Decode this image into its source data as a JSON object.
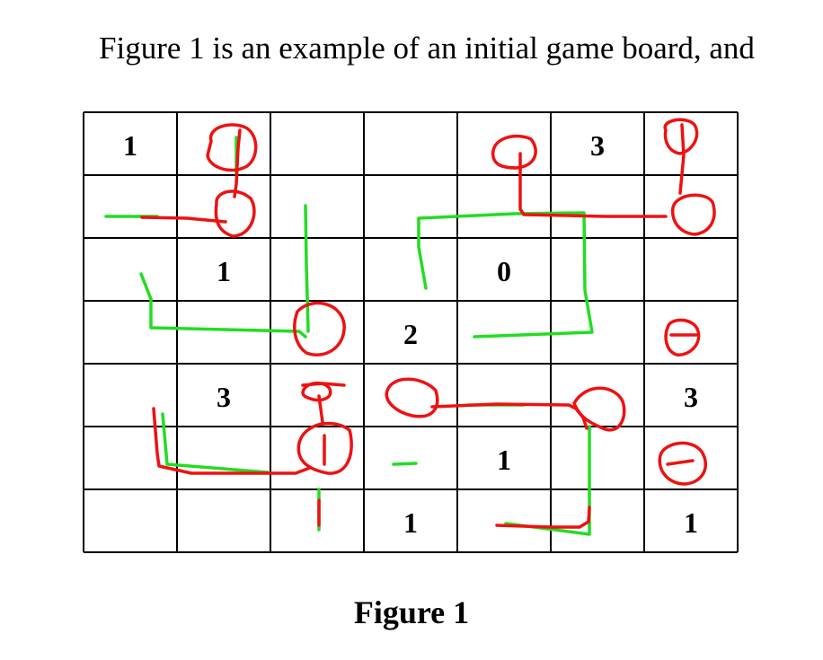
{
  "intro_text": "Figure 1 is an example of an initial game board, and",
  "caption": "Figure 1",
  "board": {
    "rows": 7,
    "cols": 7,
    "numbers": [
      {
        "row": 0,
        "col": 0,
        "value": "1"
      },
      {
        "row": 0,
        "col": 5,
        "value": "3"
      },
      {
        "row": 2,
        "col": 1,
        "value": "1"
      },
      {
        "row": 2,
        "col": 4,
        "value": "0"
      },
      {
        "row": 3,
        "col": 3,
        "value": "2"
      },
      {
        "row": 4,
        "col": 1,
        "value": "3"
      },
      {
        "row": 4,
        "col": 6,
        "value": "3"
      },
      {
        "row": 5,
        "col": 4,
        "value": "1"
      },
      {
        "row": 6,
        "col": 3,
        "value": "1"
      },
      {
        "row": 6,
        "col": 6,
        "value": "1"
      }
    ]
  },
  "annotation_colors": {
    "red": "#ee1111",
    "green": "#22dd22"
  }
}
